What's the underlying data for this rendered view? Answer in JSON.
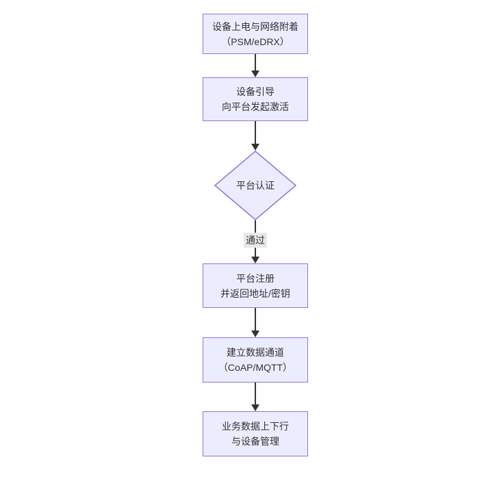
{
  "diagram": {
    "kind": "flowchart",
    "direction": "top-down",
    "colors": {
      "node_fill": "#ECECFF",
      "node_border": "#9370DB",
      "edge": "#333333",
      "text": "#333333",
      "edge_label_bg": "#e8e8e8"
    },
    "nodes": [
      {
        "id": "power-attach",
        "shape": "rect",
        "line1": "设备上电与网络附着",
        "line2": "（PSM/eDRX）"
      },
      {
        "id": "bootstrap",
        "shape": "rect",
        "line1": "设备引导",
        "line2": "向平台发起激活"
      },
      {
        "id": "platform-auth",
        "shape": "diamond",
        "line1": "平台认证",
        "line2": ""
      },
      {
        "id": "platform-register",
        "shape": "rect",
        "line1": "平台注册",
        "line2": "并返回地址/密钥"
      },
      {
        "id": "data-channel",
        "shape": "rect",
        "line1": "建立数据通道",
        "line2": "（CoAP/MQTT）"
      },
      {
        "id": "business-data",
        "shape": "rect",
        "line1": "业务数据上下行",
        "line2": "与设备管理"
      }
    ],
    "edges": [
      {
        "from": "power-attach",
        "to": "bootstrap",
        "label": ""
      },
      {
        "from": "bootstrap",
        "to": "platform-auth",
        "label": ""
      },
      {
        "from": "platform-auth",
        "to": "platform-register",
        "label": "通过"
      },
      {
        "from": "platform-register",
        "to": "data-channel",
        "label": ""
      },
      {
        "from": "data-channel",
        "to": "business-data",
        "label": ""
      }
    ]
  }
}
